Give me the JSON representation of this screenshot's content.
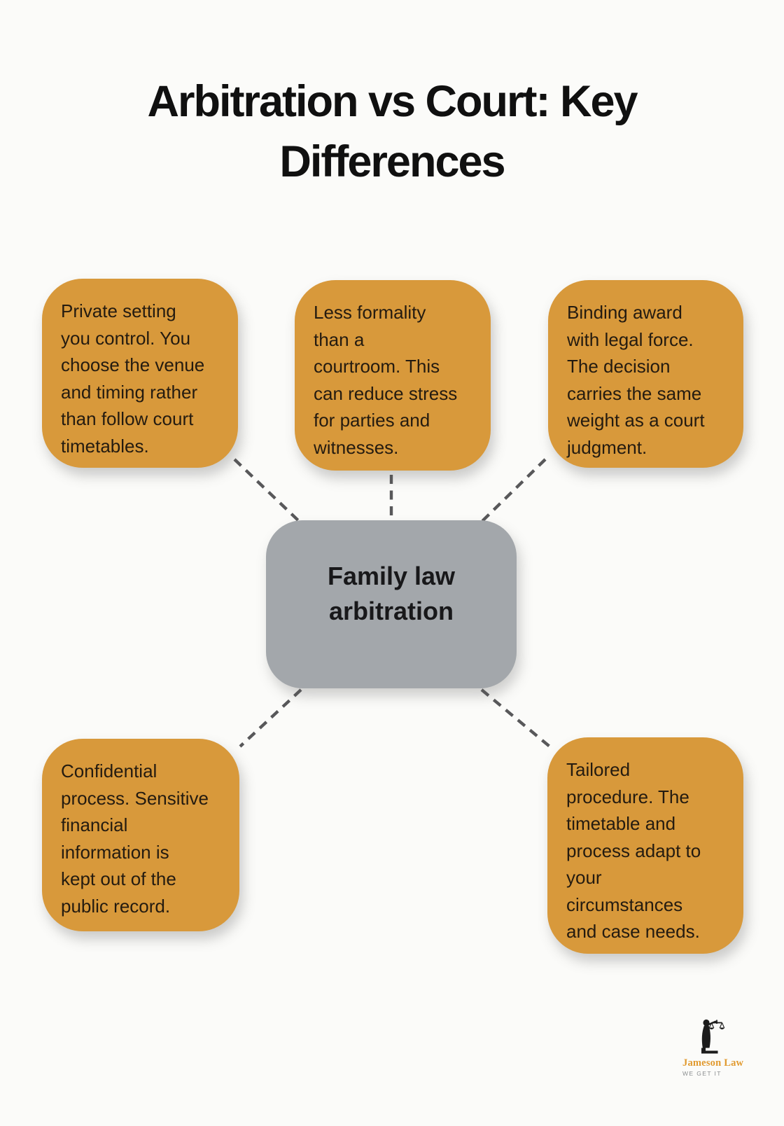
{
  "header": {
    "title": "Arbitration vs Court: Key\nDifferences"
  },
  "diagram": {
    "center": {
      "label": "Family law\narbitration"
    },
    "nodes": [
      {
        "id": "private-setting",
        "text": "Private setting\nyou control. You\nchoose the venue\nand timing rather\nthan follow court\ntimetables."
      },
      {
        "id": "less-formality",
        "text": "Less formality\nthan a\ncourtroom. This\ncan reduce stress\nfor parties and\nwitnesses."
      },
      {
        "id": "binding-award",
        "text": "Binding award\nwith legal force.\nThe decision\ncarries the same\nweight as a court\njudgment."
      },
      {
        "id": "confidential-process",
        "text": "Confidential\nprocess. Sensitive\nfinancial\ninformation is\nkept out of the\npublic record."
      },
      {
        "id": "tailored-procedure",
        "text": "Tailored\nprocedure. The\ntimetable and\nprocess adapt to\nyour\ncircumstances\nand case needs."
      }
    ]
  },
  "footer_logo": {
    "name": "Jameson Law",
    "tagline": "WE GET IT"
  },
  "colors": {
    "page-bg": "#fbfbf9",
    "node-bg": "#d8993b",
    "center-bg": "#a3a7ab",
    "connector": "#58585a",
    "title-text": "#101010",
    "body-text": "#241b10",
    "brand-orange": "#e19a2f",
    "tagline-gray": "#8a8d8f"
  }
}
